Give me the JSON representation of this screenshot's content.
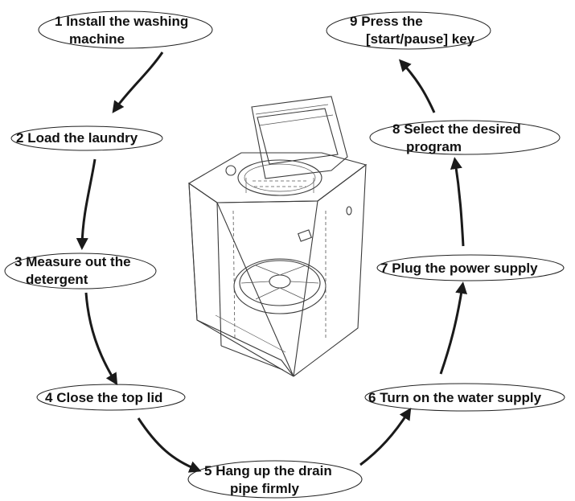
{
  "steps": [
    {
      "number": "1",
      "lines": [
        "Install the washing",
        "machine"
      ]
    },
    {
      "number": "2",
      "lines": [
        "Load the laundry"
      ]
    },
    {
      "number": "3",
      "lines": [
        "Measure out the",
        "detergent"
      ]
    },
    {
      "number": "4",
      "lines": [
        "Close the top lid"
      ]
    },
    {
      "number": "5",
      "lines": [
        "Hang up the drain",
        "pipe firmly"
      ]
    },
    {
      "number": "6",
      "lines": [
        "Turn on the water supply"
      ]
    },
    {
      "number": "7",
      "lines": [
        "Plug the power supply"
      ]
    },
    {
      "number": "8",
      "lines": [
        "Select the desired",
        "program"
      ]
    },
    {
      "number": "9",
      "lines": [
        "Press the",
        "[start/pause] key"
      ]
    }
  ],
  "colors": {
    "ink": "#111111",
    "outline": "#3a3a3a"
  },
  "illustration": "washing-machine-icon"
}
